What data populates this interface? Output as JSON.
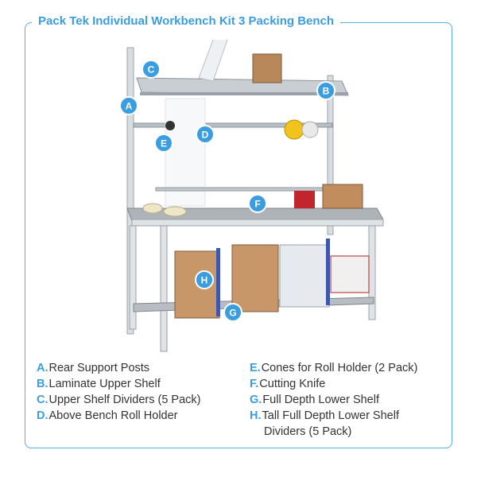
{
  "title": "Pack Tek Individual Workbench Kit 3 Packing Bench",
  "colors": {
    "accent": "#3a9de0",
    "frame": "#5aaee3",
    "text": "#333333"
  },
  "callouts": [
    {
      "letter": "A"
    },
    {
      "letter": "B"
    },
    {
      "letter": "C"
    },
    {
      "letter": "D"
    },
    {
      "letter": "E"
    },
    {
      "letter": "F"
    },
    {
      "letter": "G"
    },
    {
      "letter": "H"
    }
  ],
  "legend_left": [
    {
      "key": "A.",
      "label": "Rear Support Posts"
    },
    {
      "key": "B.",
      "label": "Laminate Upper Shelf"
    },
    {
      "key": "C.",
      "label": "Upper Shelf Dividers (5 Pack)"
    },
    {
      "key": "D.",
      "label": "Above Bench Roll Holder"
    }
  ],
  "legend_right": [
    {
      "key": "E.",
      "label": "Cones for Roll Holder (2 Pack)"
    },
    {
      "key": "F.",
      "label": "Cutting Knife"
    },
    {
      "key": "G.",
      "label": "Full Depth Lower Shelf"
    },
    {
      "key": "H.",
      "label": "Tall Full Depth Lower Shelf",
      "cont": "Dividers (5 Pack)"
    }
  ]
}
